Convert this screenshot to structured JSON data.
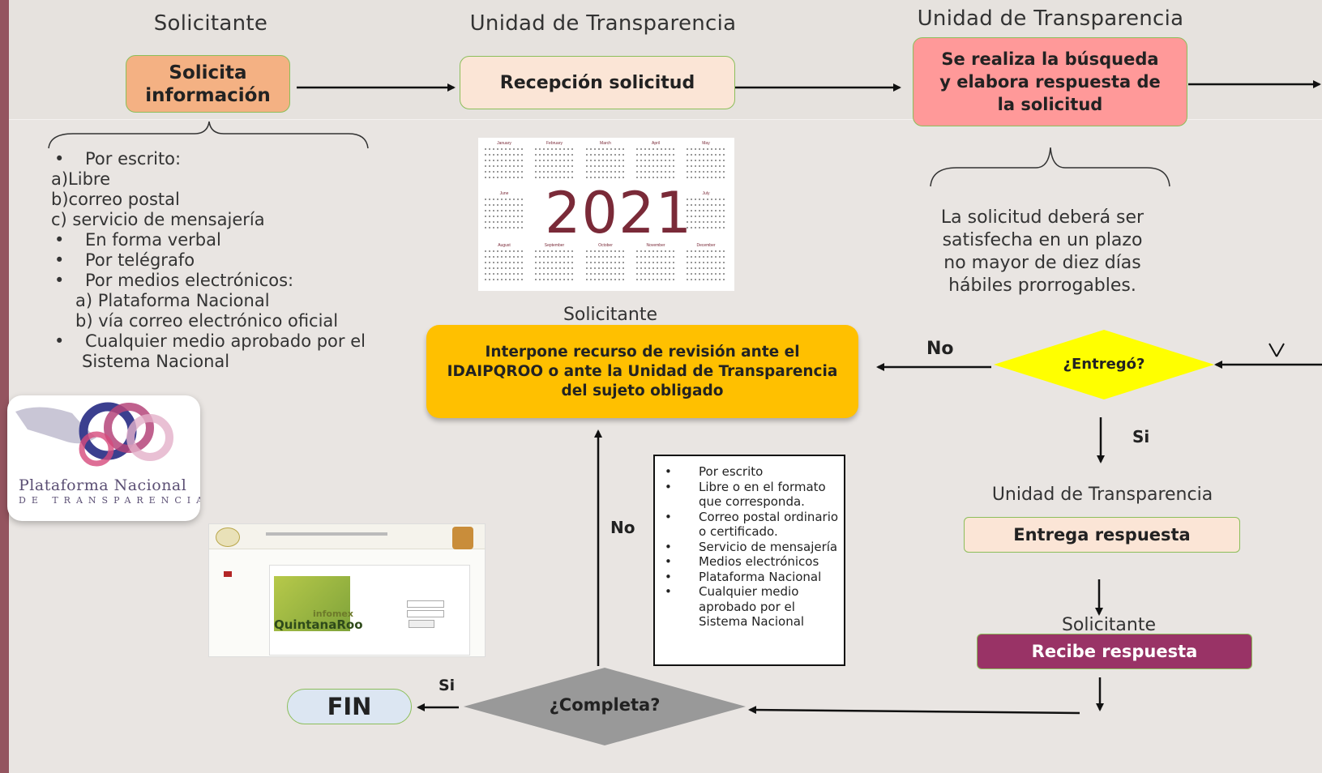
{
  "colors": {
    "left_bar": "#94545f",
    "solicita_fill": "#f4b183",
    "recepcion_fill": "#fbe5d6",
    "busqueda_fill": "#ff9999",
    "interpone_fill": "#ffc000",
    "entrego_fill": "#ffff00",
    "entrega_fill": "#fbe5d6",
    "recibe_fill": "#993366",
    "completa_fill": "#999999",
    "fin_fill": "#dce6f2",
    "box_border": "#8cbe5a",
    "calendar_year": "#7a2a38"
  },
  "roles": {
    "solicitante_top": "Solicitante",
    "unidad_mid": "Unidad de Transparencia",
    "unidad_right": "Unidad de Transparencia",
    "solicitante_mid": "Solicitante",
    "unidad_entrega": "Unidad de Transparencia",
    "solicitante_recibe": "Solicitante"
  },
  "nodes": {
    "solicita": "Solicita información",
    "recepcion": "Recepción solicitud",
    "busqueda": "Se realiza la búsqueda y elabora respuesta de la solicitud",
    "interpone": "Interpone recurso de revisión ante el IDAIPQROO o ante la Unidad de Transparencia del sujeto obligado",
    "entrego": "¿Entregó?",
    "entrega": "Entrega respuesta",
    "recibe": "Recibe respuesta",
    "completa": "¿Completa?",
    "fin": "FIN"
  },
  "edge_labels": {
    "entrego_no": "No",
    "entrego_si": "Si",
    "completa_no": "No",
    "completa_si": "Si"
  },
  "request_methods": {
    "items": [
      {
        "bullet": "•",
        "text": "Por escrito:",
        "kind": "bullet"
      },
      {
        "bullet": "",
        "text": "a)Libre",
        "kind": "plain"
      },
      {
        "bullet": "",
        "text": "b)correo postal",
        "kind": "plain"
      },
      {
        "bullet": "",
        "text": "c) servicio de mensajería",
        "kind": "plain"
      },
      {
        "bullet": "•",
        "text": "En forma verbal",
        "kind": "bullet"
      },
      {
        "bullet": "•",
        "text": "Por telégrafo",
        "kind": "bullet"
      },
      {
        "bullet": "•",
        "text": "Por medios electrónicos:",
        "kind": "bullet"
      },
      {
        "bullet": "",
        "text": "a) Plataforma Nacional",
        "kind": "sub"
      },
      {
        "bullet": "",
        "text": "b) vía correo electrónico oficial",
        "kind": "sub"
      },
      {
        "bullet": "•",
        "text": "Cualquier medio aprobado por el",
        "kind": "bullet"
      },
      {
        "bullet": "",
        "text": "Sistema Nacional",
        "kind": "cont"
      }
    ]
  },
  "deadline_note": "La solicitud deberá ser satisfecha en un plazo no mayor de diez días hábiles prorrogables.",
  "response_methods": [
    "Por escrito",
    "Libre o en el formato que corresponda.",
    "Correo postal ordinario o certificado.",
    "Servicio de mensajería",
    "Medios electrónicos",
    "Plataforma Nacional",
    "Cualquier medio aprobado por el Sistema Nacional"
  ],
  "calendar": {
    "year": "2021",
    "months": [
      "January",
      "February",
      "March",
      "April",
      "May",
      "June",
      "July",
      "August",
      "September",
      "October",
      "November",
      "December"
    ]
  },
  "logo": {
    "line1": "Plataforma Nacional",
    "line2": "DE TRANSPARENCIA"
  },
  "infomex_shot": {
    "brand_a": "infomex",
    "brand_b": "QuintanaRoo"
  }
}
